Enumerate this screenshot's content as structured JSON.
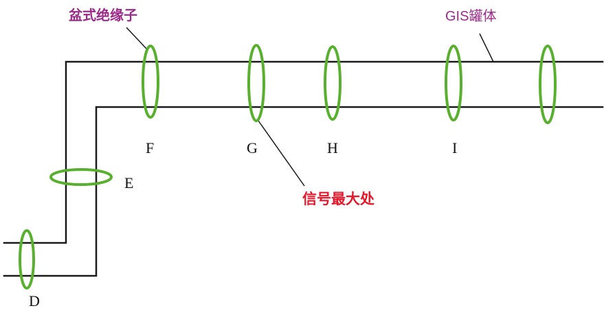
{
  "labels": {
    "basin_insulator": "盆式绝缘子",
    "gis_tank": "GIS罐体",
    "signal_max": "信号最大处",
    "points": {
      "D": "D",
      "E": "E",
      "F": "F",
      "G": "G",
      "H": "H",
      "I": "I"
    }
  },
  "colors": {
    "pipe": "#1a1a1a",
    "insulator": "#59b02f",
    "label_magenta": "#9b2b8a",
    "label_red": "#e4182b"
  }
}
